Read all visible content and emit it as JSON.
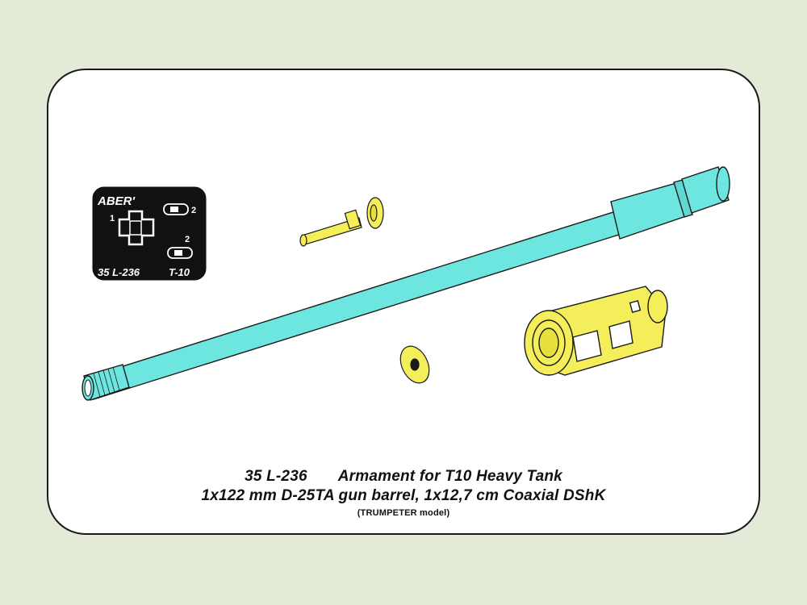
{
  "logo": {
    "brand": "ABER'",
    "label_left": "1",
    "label_right_top": "2",
    "label_right_bottom": "2",
    "footer_code": "35 L-236",
    "footer_model": "T-10"
  },
  "caption": {
    "code": "35 L-236",
    "title": "Armament for T10 Heavy Tank",
    "contents": "1x122 mm D-25TA gun barrel, 1x12,7 cm Coaxial DShK",
    "note": "(TRUMPETER model)"
  },
  "colors": {
    "barrel": "#6ee6e0",
    "brass": "#f4ee5a",
    "outline": "#1a1a1a",
    "logo_bg": "#111111"
  },
  "parts": [
    "gun-barrel",
    "coaxial-mg-barrel",
    "muzzle-brake",
    "washer"
  ]
}
